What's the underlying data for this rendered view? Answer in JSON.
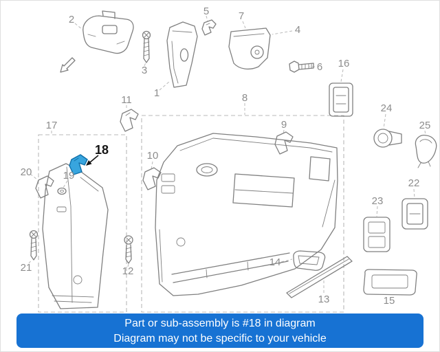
{
  "diagram": {
    "highlighted_part": "18",
    "line_color": "#7f7f7f",
    "leader_color": "#b8b8b8",
    "label_color": "#8c8c8c",
    "highlight_fill": "#38a5de",
    "highlight_stroke": "#0f6fa8",
    "labels": {
      "n1": "1",
      "n2": "2",
      "n3": "3",
      "n4": "4",
      "n5": "5",
      "n6": "6",
      "n7": "7",
      "n8": "8",
      "n9": "9",
      "n10": "10",
      "n11": "11",
      "n12": "12",
      "n13": "13",
      "n14": "14",
      "n15": "15",
      "n16": "16",
      "n17": "17",
      "n18": "18",
      "n19": "19",
      "n20": "20",
      "n21": "21",
      "n22": "22",
      "n23": "23",
      "n24": "24",
      "n25": "25"
    }
  },
  "banner": {
    "line1": "Part or sub-assembly is #18 in diagram",
    "line2": "Diagram may not be specific to your vehicle",
    "background": "#1772d3",
    "text_color": "#ffffff"
  }
}
